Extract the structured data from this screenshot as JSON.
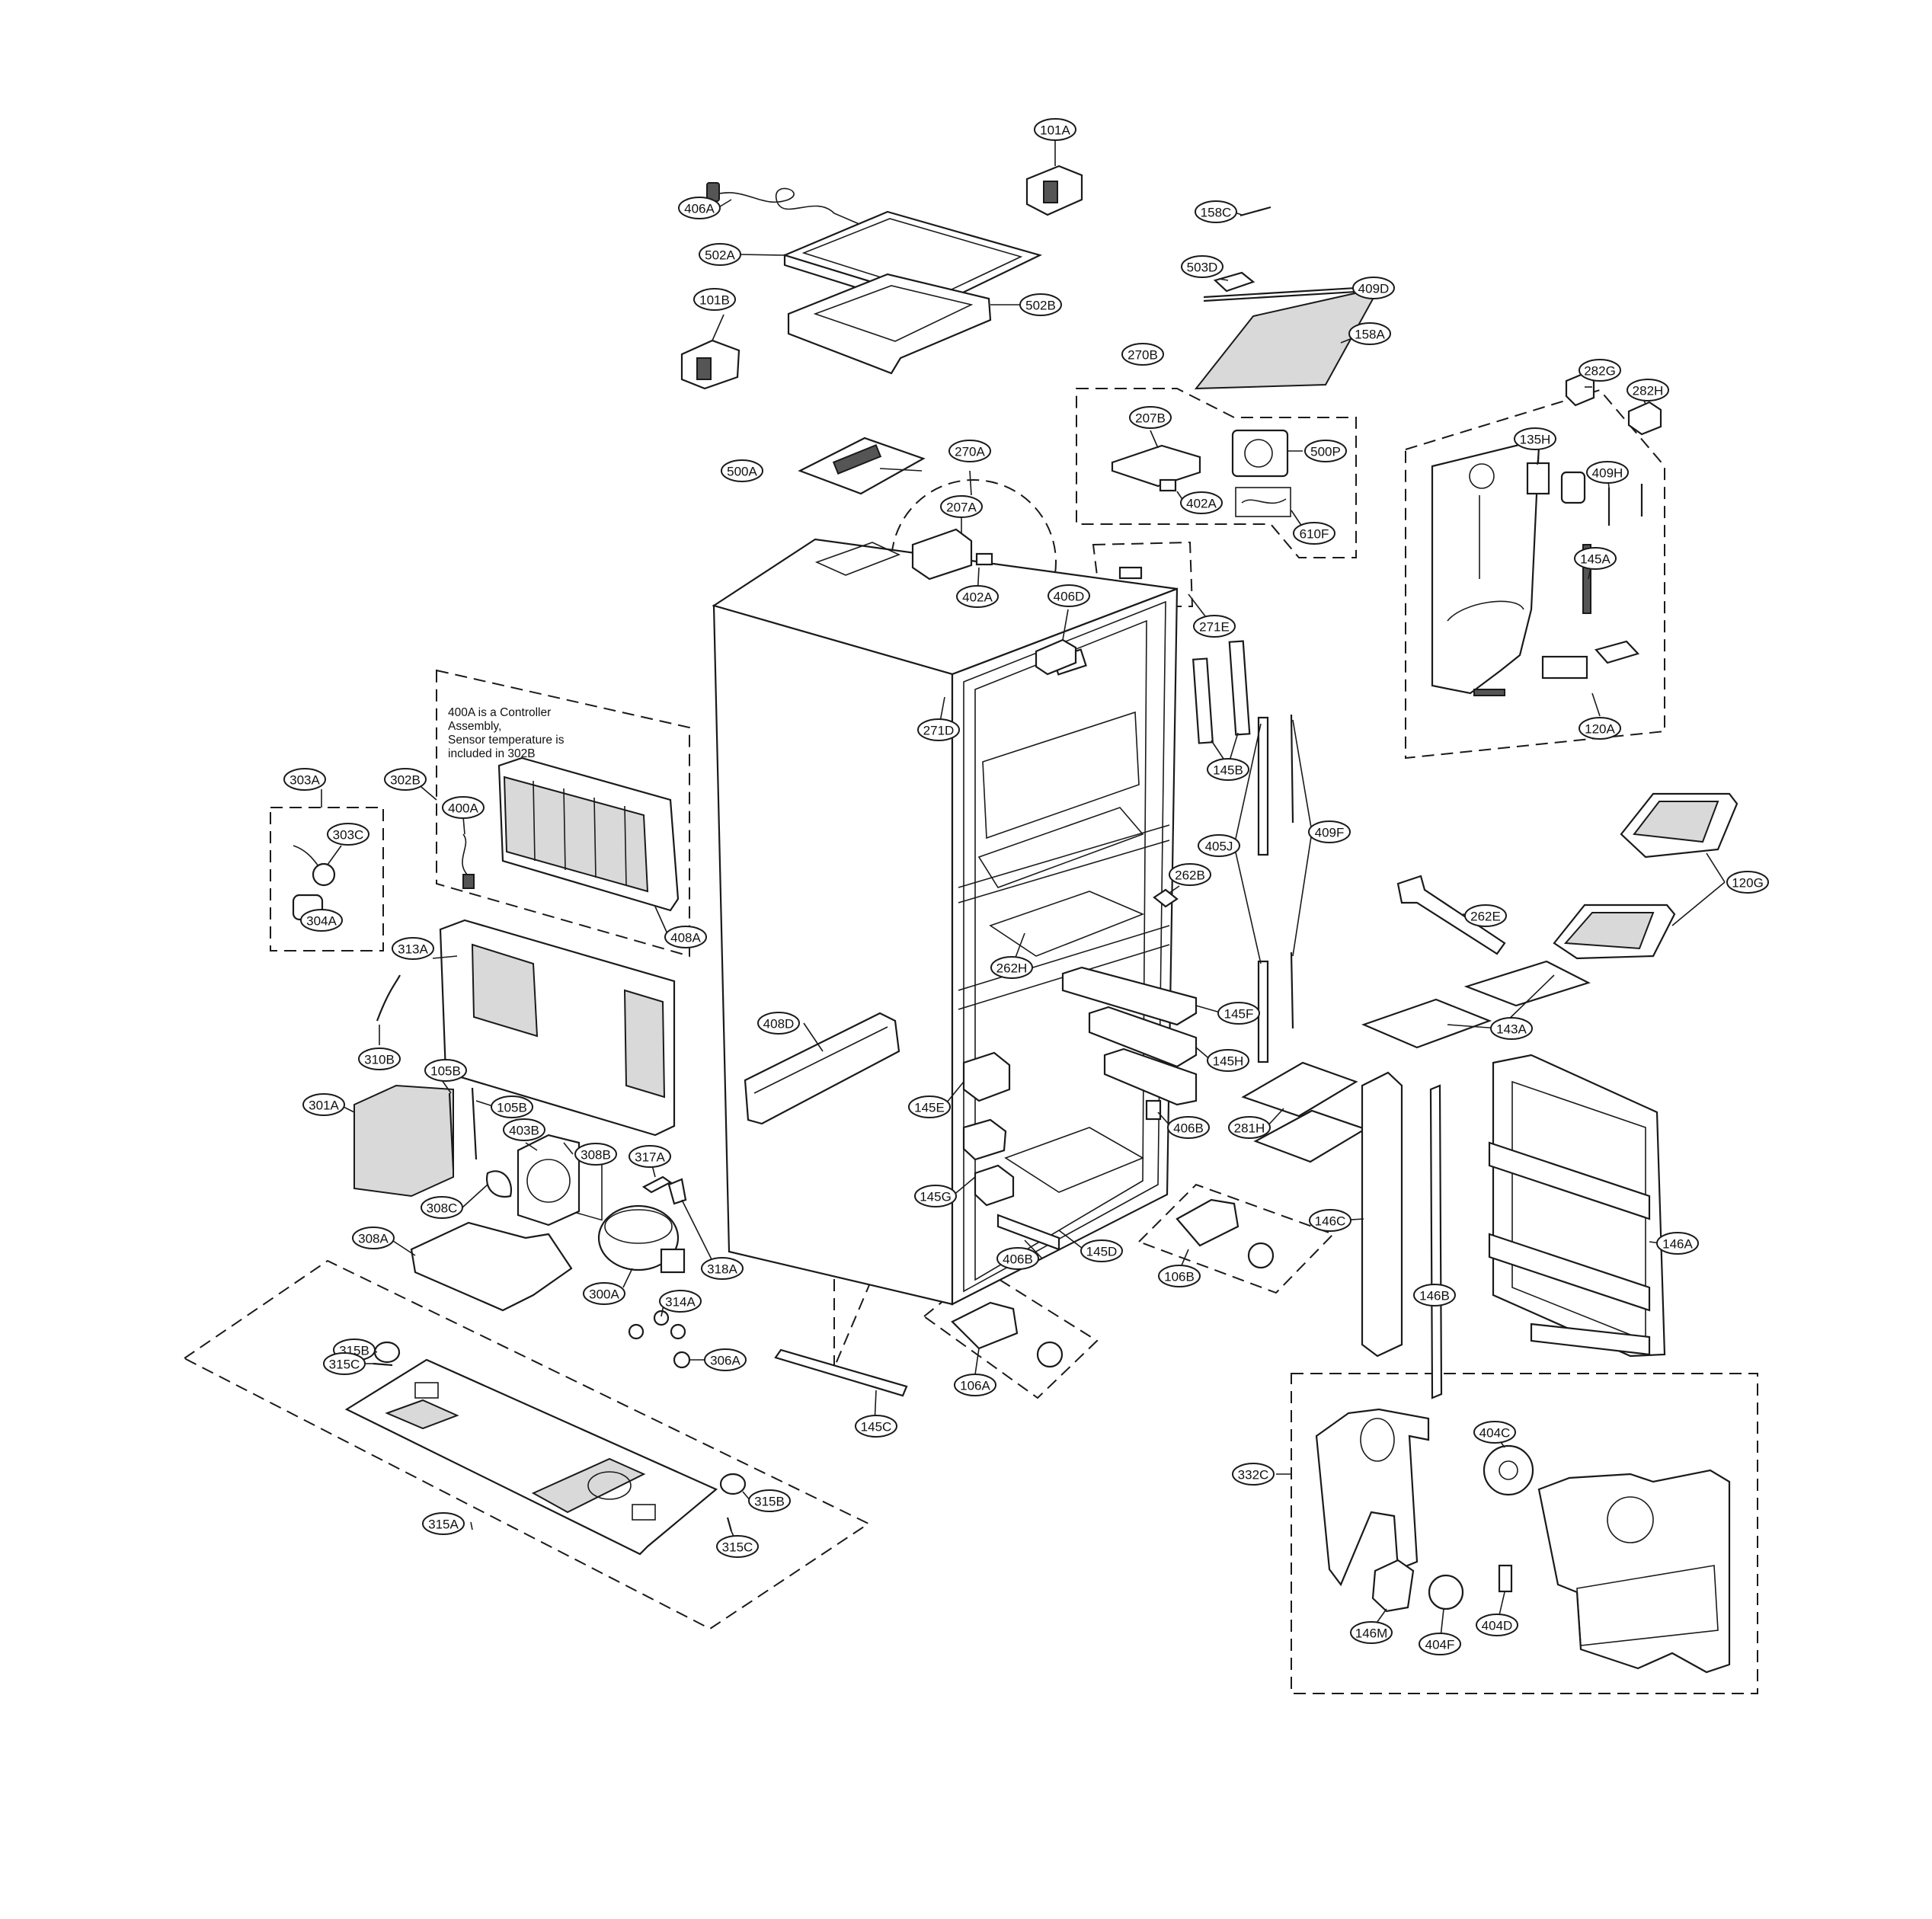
{
  "diagram": {
    "note_lines": [
      "400A is a Controller",
      "Assembly,",
      "Sensor temperature is",
      "included in 302B"
    ],
    "callouts": [
      "101A",
      "406A",
      "502A",
      "502B",
      "101B",
      "158C",
      "503D",
      "409D",
      "158A",
      "270B",
      "207B",
      "500P",
      "402A",
      "610F",
      "282G",
      "282H",
      "135H",
      "409H",
      "145A",
      "120A",
      "500A",
      "270A",
      "207A",
      "402A",
      "406D",
      "271E",
      "271D",
      "145B",
      "405J",
      "409F",
      "262B",
      "262E",
      "120G",
      "143A",
      "262H",
      "145F",
      "145H",
      "408D",
      "145E",
      "406B",
      "281H",
      "146C",
      "146B",
      "146A",
      "145G",
      "406B",
      "145D",
      "106B",
      "106A",
      "145C",
      "303A",
      "303C",
      "304A",
      "302B",
      "400A",
      "408A",
      "313A",
      "310B",
      "105B",
      "105B",
      "301A",
      "403B",
      "308B",
      "317A",
      "308C",
      "308A",
      "318A",
      "300A",
      "314A",
      "306A",
      "315B",
      "315C",
      "315B",
      "315C",
      "315A",
      "332C",
      "404C",
      "146M",
      "404F",
      "404D"
    ]
  }
}
